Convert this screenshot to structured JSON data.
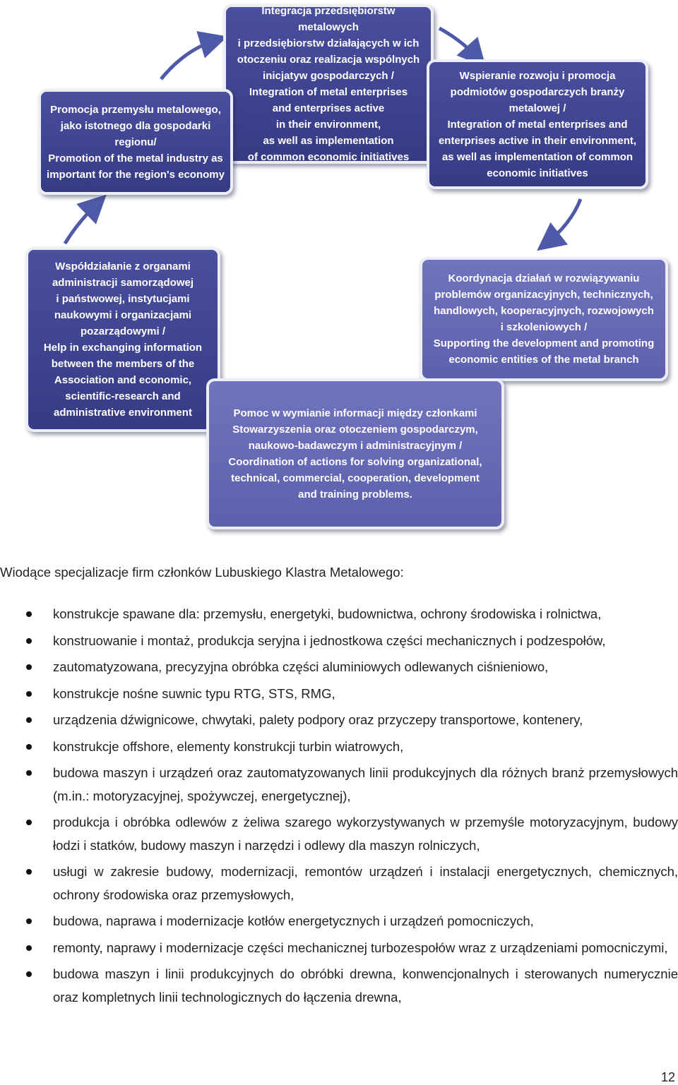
{
  "diagram": {
    "box_top": "Integracja przedsiębiorstw metalowych\ni przedsiębiorstw działających w ich\notoczeniu oraz realizacja wspólnych\ninicjatyw gospodarczych /\nIntegration of metal enterprises\nand enterprises active\nin their environment,\nas well as implementation\nof common economic initiatives",
    "box_topleft": "Promocja przemysłu metalowego,\njako istotnego dla gospodarki\nregionu/\nPromotion of the metal industry as\nimportant for the region's economy",
    "box_topright": "Wspieranie rozwoju i promocja\npodmiotów gospodarczych branży\nmetalowej /\nIntegration of metal enterprises and\nenterprises active in their environment,\nas well as implementation of common\neconomic initiatives",
    "box_left": "Współdziałanie z organami\nadministracji samorządowej\ni państwowej, instytucjami\nnaukowymi i organizacjami\npozarządowymi /\nHelp in exchanging information\nbetween the members of the\nAssociation and economic,\nscientific-research and\nadministrative environment",
    "box_right": "Koordynacja działań w rozwiązywaniu\nproblemów organizacyjnych, technicznych,\nhandlowych, kooperacyjnych, rozwojowych\ni szkoleniowych /\nSupporting the development and promoting\neconomic entities of the metal branch",
    "box_bottom": "Pomoc w wymianie informacji między członkami\nStowarzyszenia oraz otoczeniem gospodarczym,\nnaukowo-badawczym i administracyjnym /\nCoordination of actions for solving organizational,\ntechnical, commercial, cooperation, development\nand training problems.",
    "colors": {
      "box_dark": "#3f4494",
      "box_light": "#6669b6",
      "arrow": "#4e5aa8"
    }
  },
  "intro": "Wiodące specjalizacje firm członków Lubuskiego Klastra Metalowego:",
  "specializations": [
    "konstrukcje spawane dla: przemysłu, energetyki, budownictwa, ochrony środowiska i rolnictwa,",
    "konstruowanie i montaż, produkcja seryjna i jednostkowa części mechanicznych i podzespołów,",
    "zautomatyzowana, precyzyjna obróbka części aluminiowych odlewanych ciśnieniowo,",
    "konstrukcje nośne suwnic typu RTG, STS, RMG,",
    "urządzenia dźwignicowe, chwytaki, palety podpory oraz przyczepy transportowe, kontenery,",
    "konstrukcje offshore, elementy konstrukcji turbin wiatrowych,",
    "budowa maszyn i urządzeń oraz zautomatyzowanych linii produkcyjnych dla różnych branż przemysłowych (m.in.: motoryzacyjnej, spożywczej, energetycznej),",
    "produkcja i obróbka odlewów z żeliwa szarego wykorzystywanych w przemyśle motoryzacyjnym, budowy łodzi i statków, budowy maszyn i narzędzi i odlewy dla maszyn rolniczych,",
    "usługi w zakresie budowy, modernizacji, remontów urządzeń i instalacji energetycznych, chemicznych, ochrony środowiska oraz przemysłowych,",
    "budowa, naprawa i modernizacje kotłów energetycznych i urządzeń pomocniczych,",
    "remonty, naprawy i modernizacje części mechanicznej turbozespołów wraz z urządzeniami pomocniczymi,",
    "budowa maszyn i linii produkcyjnych do obróbki drewna, konwencjonalnych i sterowanych numerycznie oraz kompletnych linii technologicznych do łączenia drewna,"
  ],
  "page_number": "12"
}
